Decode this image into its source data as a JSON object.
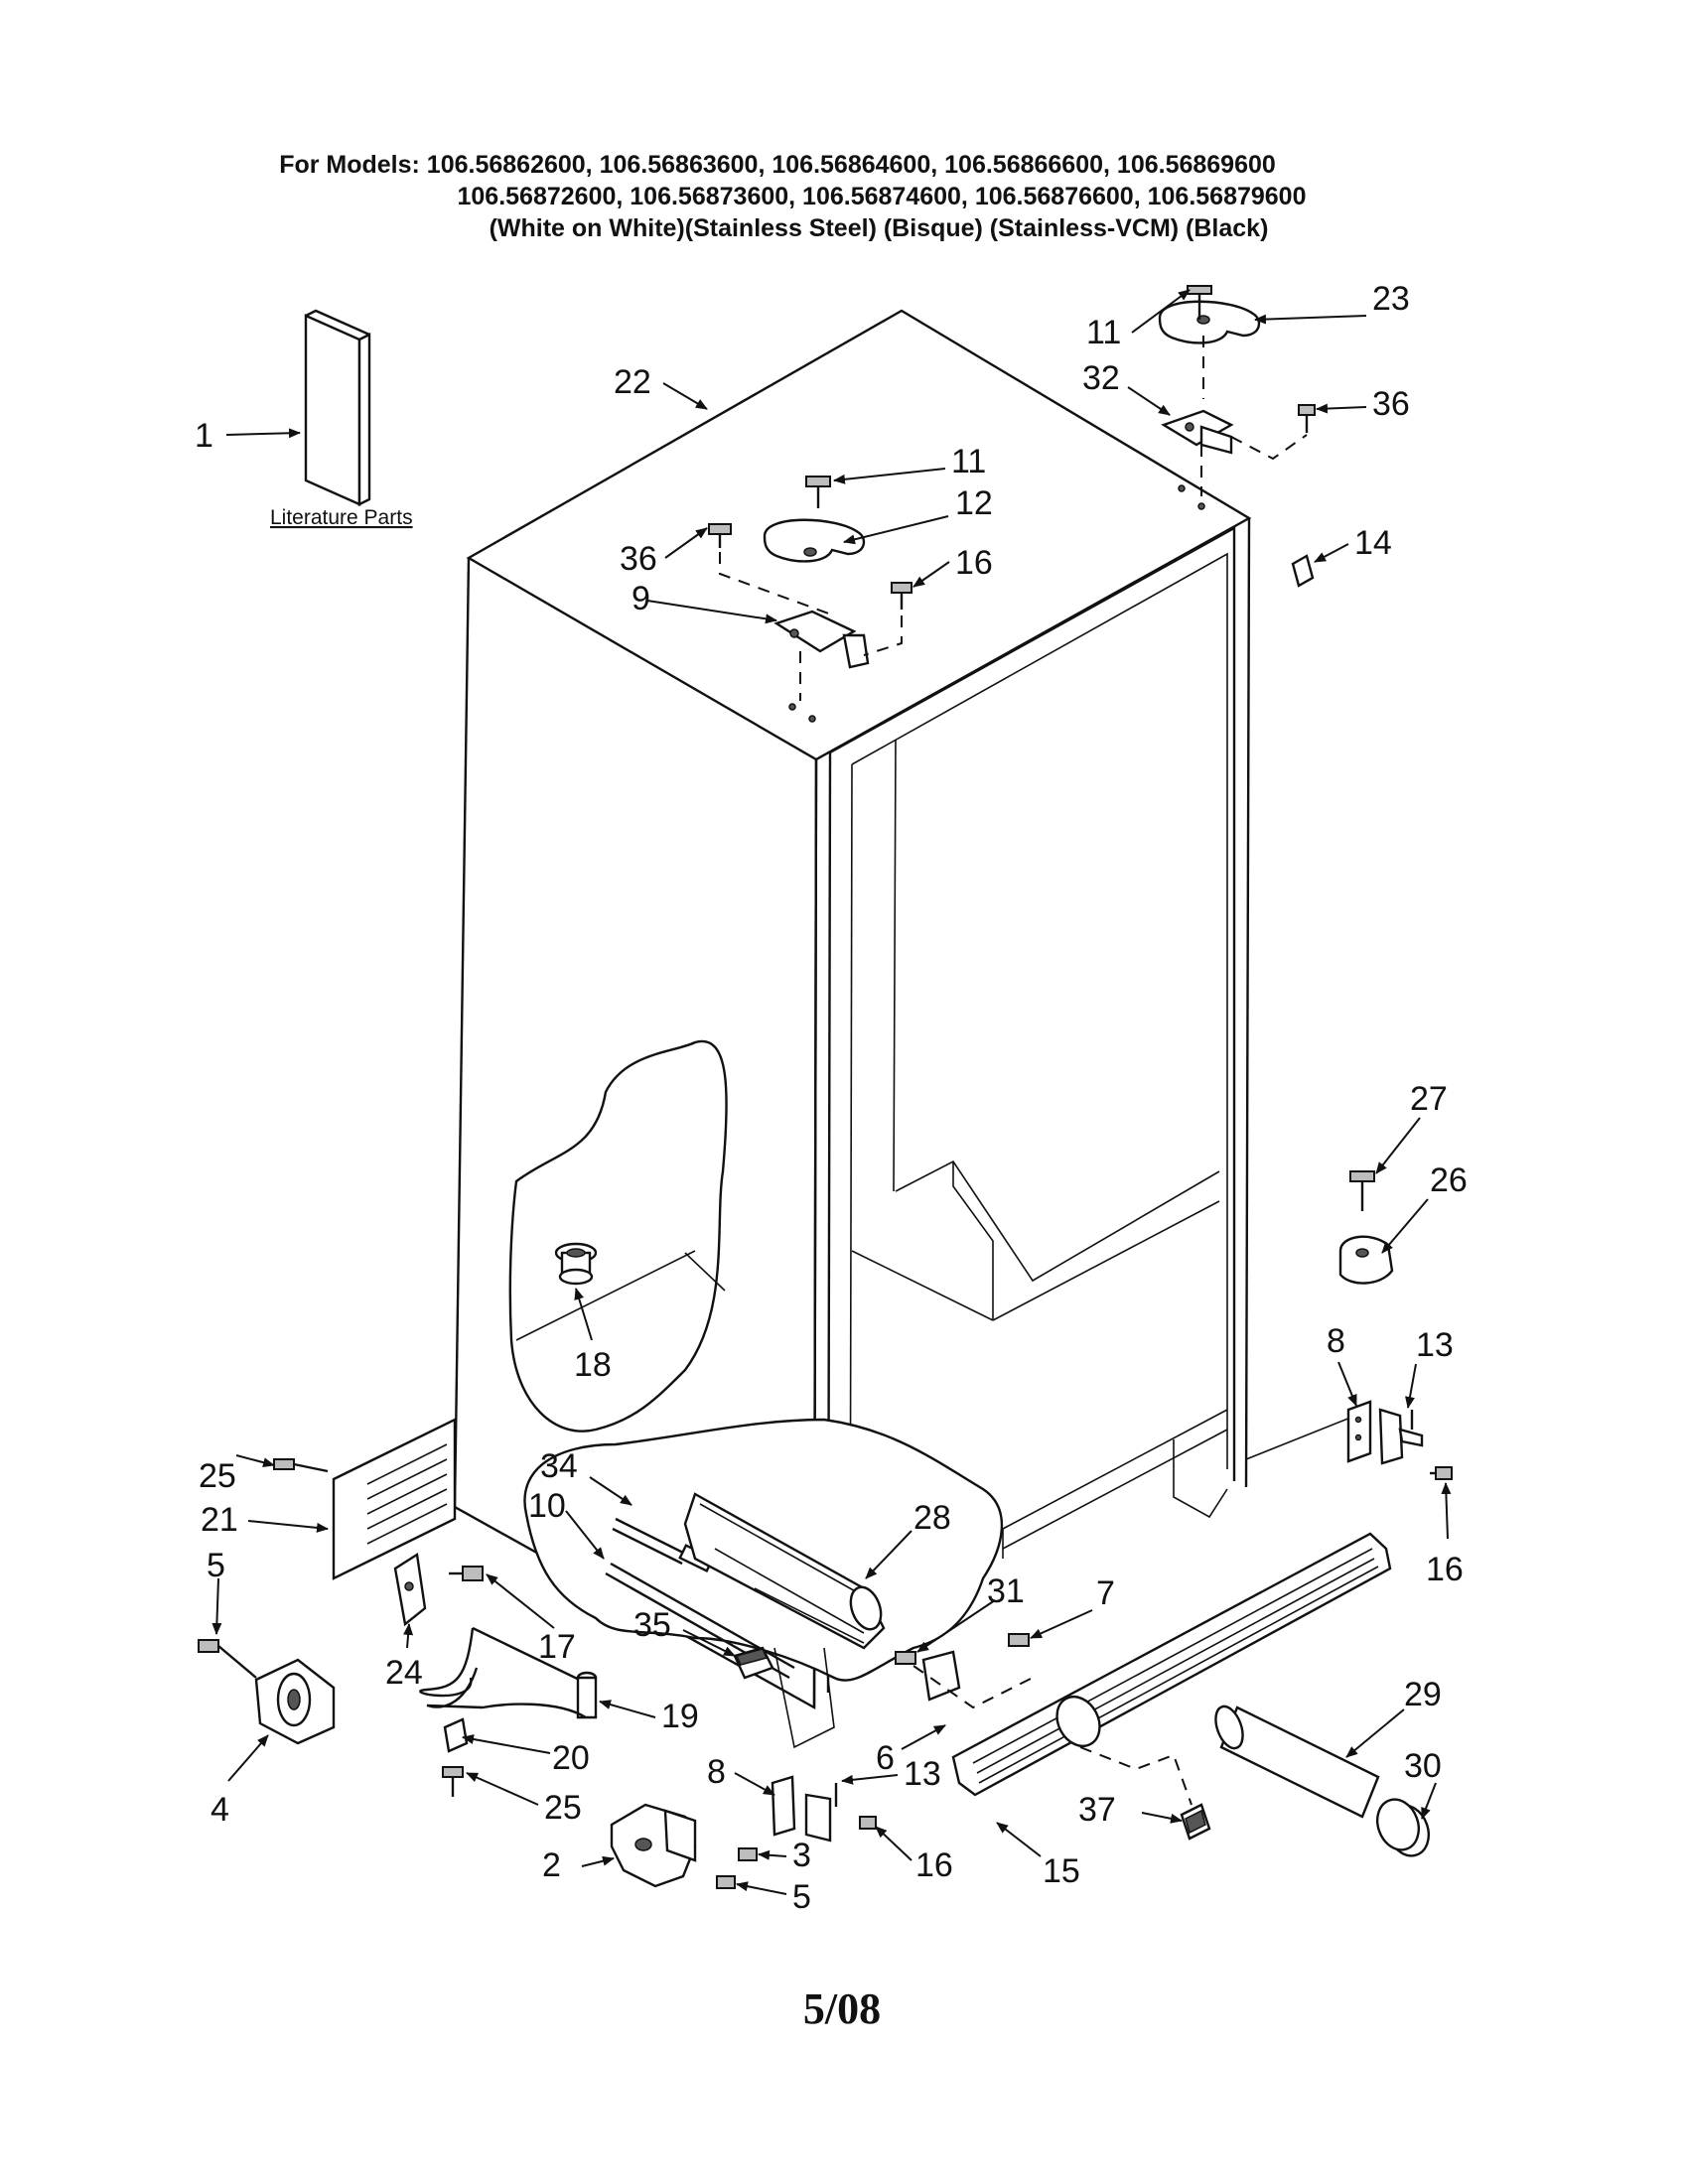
{
  "header": {
    "line1": "For Models: 106.56862600, 106.56863600, 106.56864600, 106.56866600, 106.56869600",
    "line2": "106.56872600, 106.56873600, 106.56874600, 106.56876600, 106.56879600",
    "line3": "(White on White)(Stainless Steel) (Bisque)   (Stainless-VCM)    (Black)"
  },
  "literature_label": "Literature Parts",
  "callouts": {
    "c1": "1",
    "c22": "22",
    "c11a": "11",
    "c23": "23",
    "c32": "32",
    "c36a": "36",
    "c11b": "11",
    "c12": "12",
    "c36b": "36",
    "c16a": "16",
    "c9": "9",
    "c14": "14",
    "c27": "27",
    "c26": "26",
    "c18": "18",
    "c8a": "8",
    "c13a": "13",
    "c25a": "25",
    "c34": "34",
    "c21": "21",
    "c10": "10",
    "c28": "28",
    "c5a": "5",
    "c16b": "16",
    "c31": "31",
    "c7": "7",
    "c17": "17",
    "c35": "35",
    "c24": "24",
    "c19": "19",
    "c29": "29",
    "c30": "30",
    "c20": "20",
    "c6": "6",
    "c4": "4",
    "c8b": "8",
    "c13b": "13",
    "c25b": "25",
    "c37": "37",
    "c15": "15",
    "c3": "3",
    "c2": "2",
    "c16c": "16",
    "c5b": "5"
  },
  "footer": "5/08"
}
